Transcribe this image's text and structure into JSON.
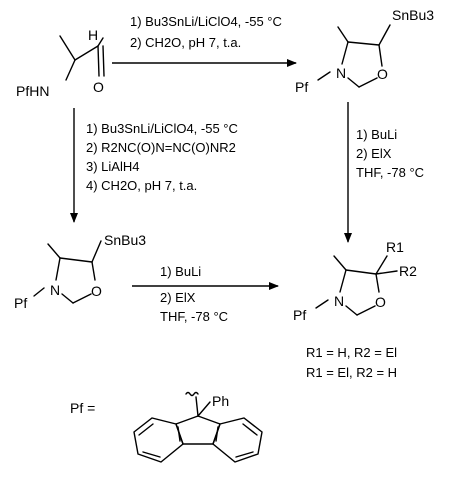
{
  "conditions": {
    "top": [
      "1) Bu3SnLi/LiClO4, -55 °C",
      "2) CH2O, pH 7, t.a."
    ],
    "left": [
      "1) Bu3SnLi/LiClO4, -55 °C",
      "2) R2NC(O)N=NC(O)NR2",
      "3) LiAlH4",
      "4) CH2O, pH 7, t.a."
    ],
    "right": [
      "1) BuLi",
      "2) ElX",
      "THF, -78 °C"
    ],
    "bottom": [
      "1) BuLi",
      "2) ElX",
      "THF, -78 °C"
    ]
  },
  "atoms": {
    "substituent_snbu3": "SnBu3",
    "pf": "Pf",
    "pfhn": "PfHN",
    "n": "N",
    "o": "O",
    "h": "H",
    "r1": "R1",
    "r2": "R2",
    "ph": "Ph"
  },
  "results": [
    "R1 = H, R2 = El",
    "R1 = El, R2 = H"
  ],
  "legend": {
    "pf_equals": "Pf ="
  }
}
